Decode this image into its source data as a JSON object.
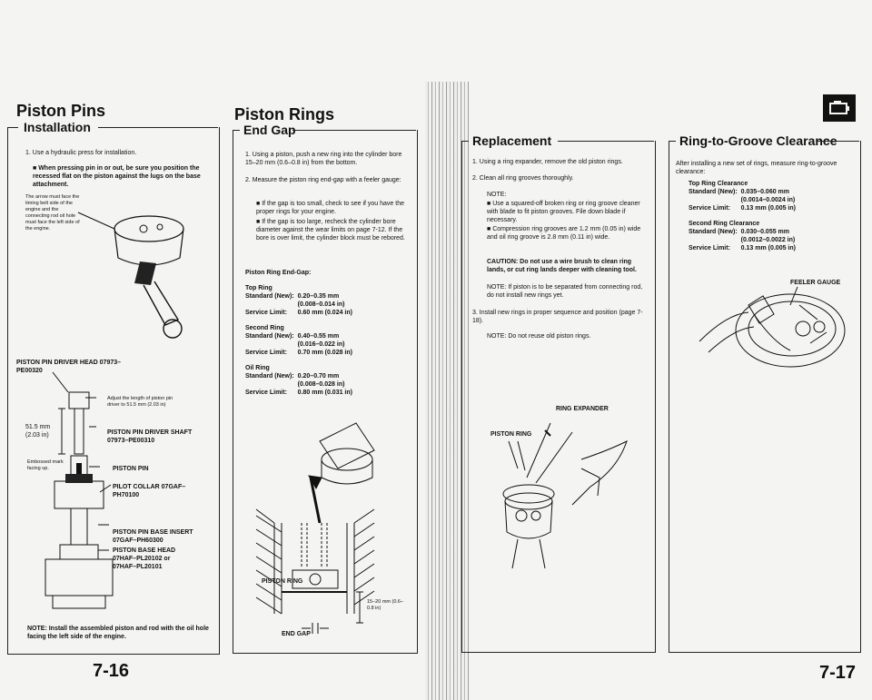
{
  "left_page": {
    "section_title": "Piston Pins",
    "subsection": "Installation",
    "step1": "1.  Use a hydraulic press for installation.",
    "bullet1": "When pressing pin in or out, be sure you position the recessed flat on the piston against the lugs on the base attachment.",
    "callout_arrow": "The arrow must face the timing belt side of the engine and the connecting rod oil hole must face the left side of the engine.",
    "tool_driver_head": "PISTON PIN DRIVER HEAD 07973–PE00320",
    "adjust_note": "Adjust the length of piston pin driver to 51.5 mm (2.03 in)",
    "dim_label": "51.5 mm (2.03 in)",
    "tool_driver_shaft": "PISTON PIN DRIVER SHAFT 07973–PE00310",
    "embossed": "Embossed mark facing up.",
    "piston_pin": "PISTON PIN",
    "pilot_collar": "PILOT COLLAR 07GAF–PH70100",
    "base_insert": "PISTON PIN BASE INSERT 07GAF–PH60300",
    "base_head": "PISTON BASE HEAD 07HAF–PL20102 or 07HAF–PL20101",
    "note": "NOTE: Install the assembled piston and rod with the oil hole facing the left side of the engine.",
    "page_number": "7-16"
  },
  "middle_page": {
    "section_title": "Piston Rings",
    "subsection": "End Gap",
    "step1": "1.  Using a piston, push a new ring into the cylinder bore 15–20 mm (0.6–0.8 in) from the bottom.",
    "step2": "2.  Measure the piston ring end-gap with a feeler gauge:",
    "bullet1": "If the gap is too small, check to see if you have the proper rings for your engine.",
    "bullet2": "If the gap is too large, recheck the cylinder bore diameter against the wear limits on page 7-12. If the bore is over limit, the cylinder block must be rebored.",
    "spec_title": "Piston Ring End-Gap:",
    "specs": [
      {
        "heading": "Top Ring",
        "std_label": "Standard (New):",
        "std": "0.20–0.35 mm",
        "std_in": "(0.008–0.014 in)",
        "svc_label": "Service Limit:",
        "svc": "0.60 mm (0.024 in)"
      },
      {
        "heading": "Second Ring",
        "std_label": "Standard (New):",
        "std": "0.40–0.55 mm",
        "std_in": "(0.016–0.022 in)",
        "svc_label": "Service Limit:",
        "svc": "0.70 mm (0.028 in)"
      },
      {
        "heading": "Oil Ring",
        "std_label": "Standard (New):",
        "std": "0.20–0.70 mm",
        "std_in": "(0.008–0.028 in)",
        "svc_label": "Service Limit:",
        "svc": "0.80 mm (0.031 in)"
      }
    ],
    "fig_piston_ring": "PISTON RING",
    "fig_depth": "15–20 mm (0.6–0.8 in)",
    "fig_end_gap": "END GAP"
  },
  "right_page": {
    "replacement": {
      "subsection": "Replacement",
      "step1": "1.  Using a ring expander, remove the old piston rings.",
      "step2": "2.  Clean all ring grooves thoroughly.",
      "note_label": "NOTE:",
      "note_b1": "Use a squared-off broken ring or ring groove cleaner with blade to fit piston grooves. File down blade if necessary.",
      "note_b2": "Compression ring grooves are 1.2 mm (0.05 in) wide and oil ring groove is 2.8 mm (0.11 in) wide.",
      "caution": "CAUTION: Do not use a wire brush to clean ring lands, or cut ring lands deeper with cleaning tool.",
      "note2": "NOTE: If piston is to be separated from connecting rod, do not install new rings yet.",
      "step3": "3.  Install new rings in proper sequence and position (page 7-18).",
      "note3": "NOTE: Do not reuse old piston rings.",
      "fig_expander": "RING EXPANDER",
      "fig_ring": "PISTON RING"
    },
    "clearance": {
      "subsection": "Ring-to-Groove Clearance",
      "intro": "After installing a new set of rings, measure ring-to-groove clearance:",
      "specs": [
        {
          "heading": "Top Ring Clearance",
          "std_label": "Standard (New):",
          "std": "0.035–0.060 mm",
          "std_in": "(0.0014–0.0024 in)",
          "svc_label": "Service Limit:",
          "svc": "0.13 mm (0.005 in)"
        },
        {
          "heading": "Second Ring Clearance",
          "std_label": "Standard (New):",
          "std": "0.030–0.055 mm",
          "std_in": "(0.0012–0.0022 in)",
          "svc_label": "Service Limit:",
          "svc": "0.13 mm (0.005 in)"
        }
      ],
      "fig_feeler": "FEELER GAUGE"
    },
    "page_number": "7-17"
  },
  "colors": {
    "ink": "#111111",
    "paper": "#f4f4f2"
  }
}
